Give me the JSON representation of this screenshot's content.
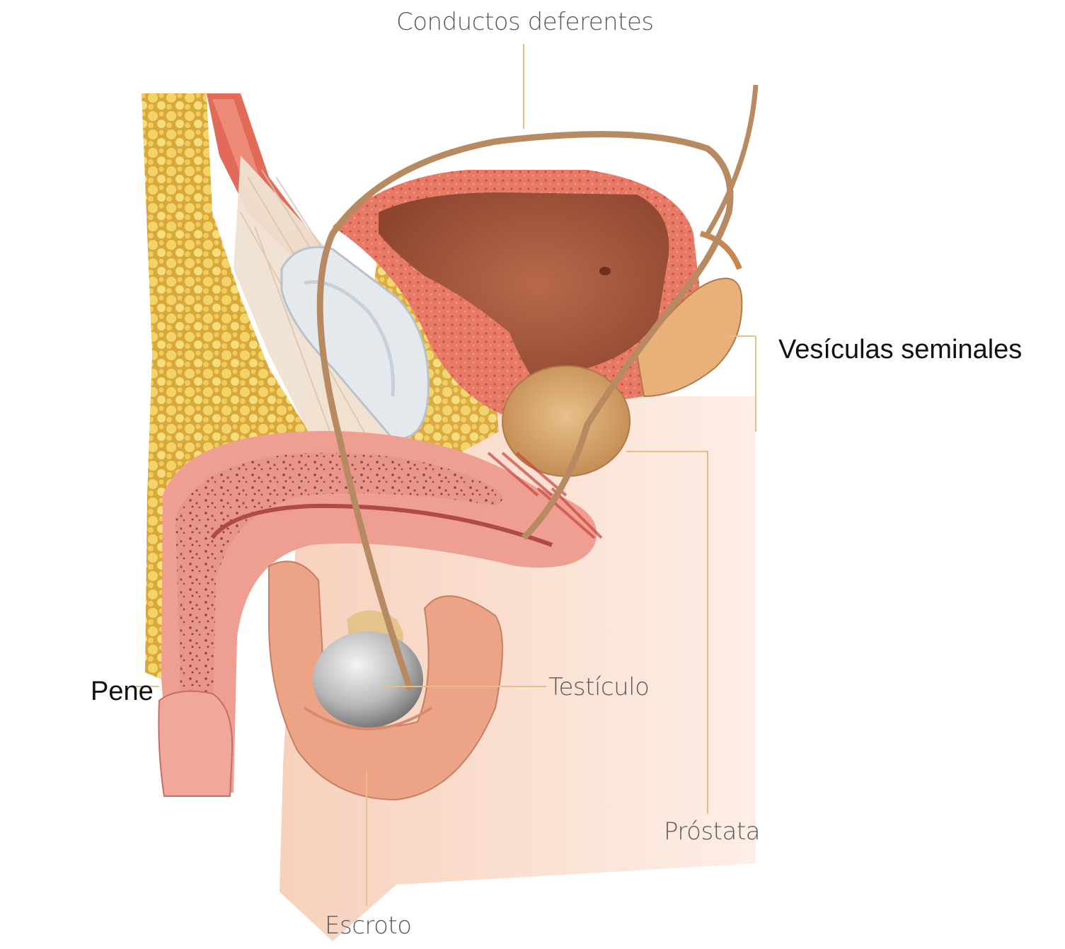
{
  "labels": {
    "conductos": "Conductos deferentes",
    "vesiculas": "Vesículas seminales",
    "pene": "Pene",
    "testiculo": "Testículo",
    "prostata": "Próstata",
    "escroto": "Escroto"
  },
  "colors": {
    "fat": "#e8c24a",
    "muscle": "#e0786a",
    "bladder_interior": "#a85a3e",
    "bone": "#dde4ea",
    "prostate": "#d9a96c",
    "erectile_tissue": "#e88f86",
    "skin": "#f2b79a",
    "testis": "#c9c9c9",
    "duct": "#c09068",
    "leader_line": "#e3c08a",
    "thin_label": "#5a5a5a",
    "bold_label": "#111111"
  }
}
